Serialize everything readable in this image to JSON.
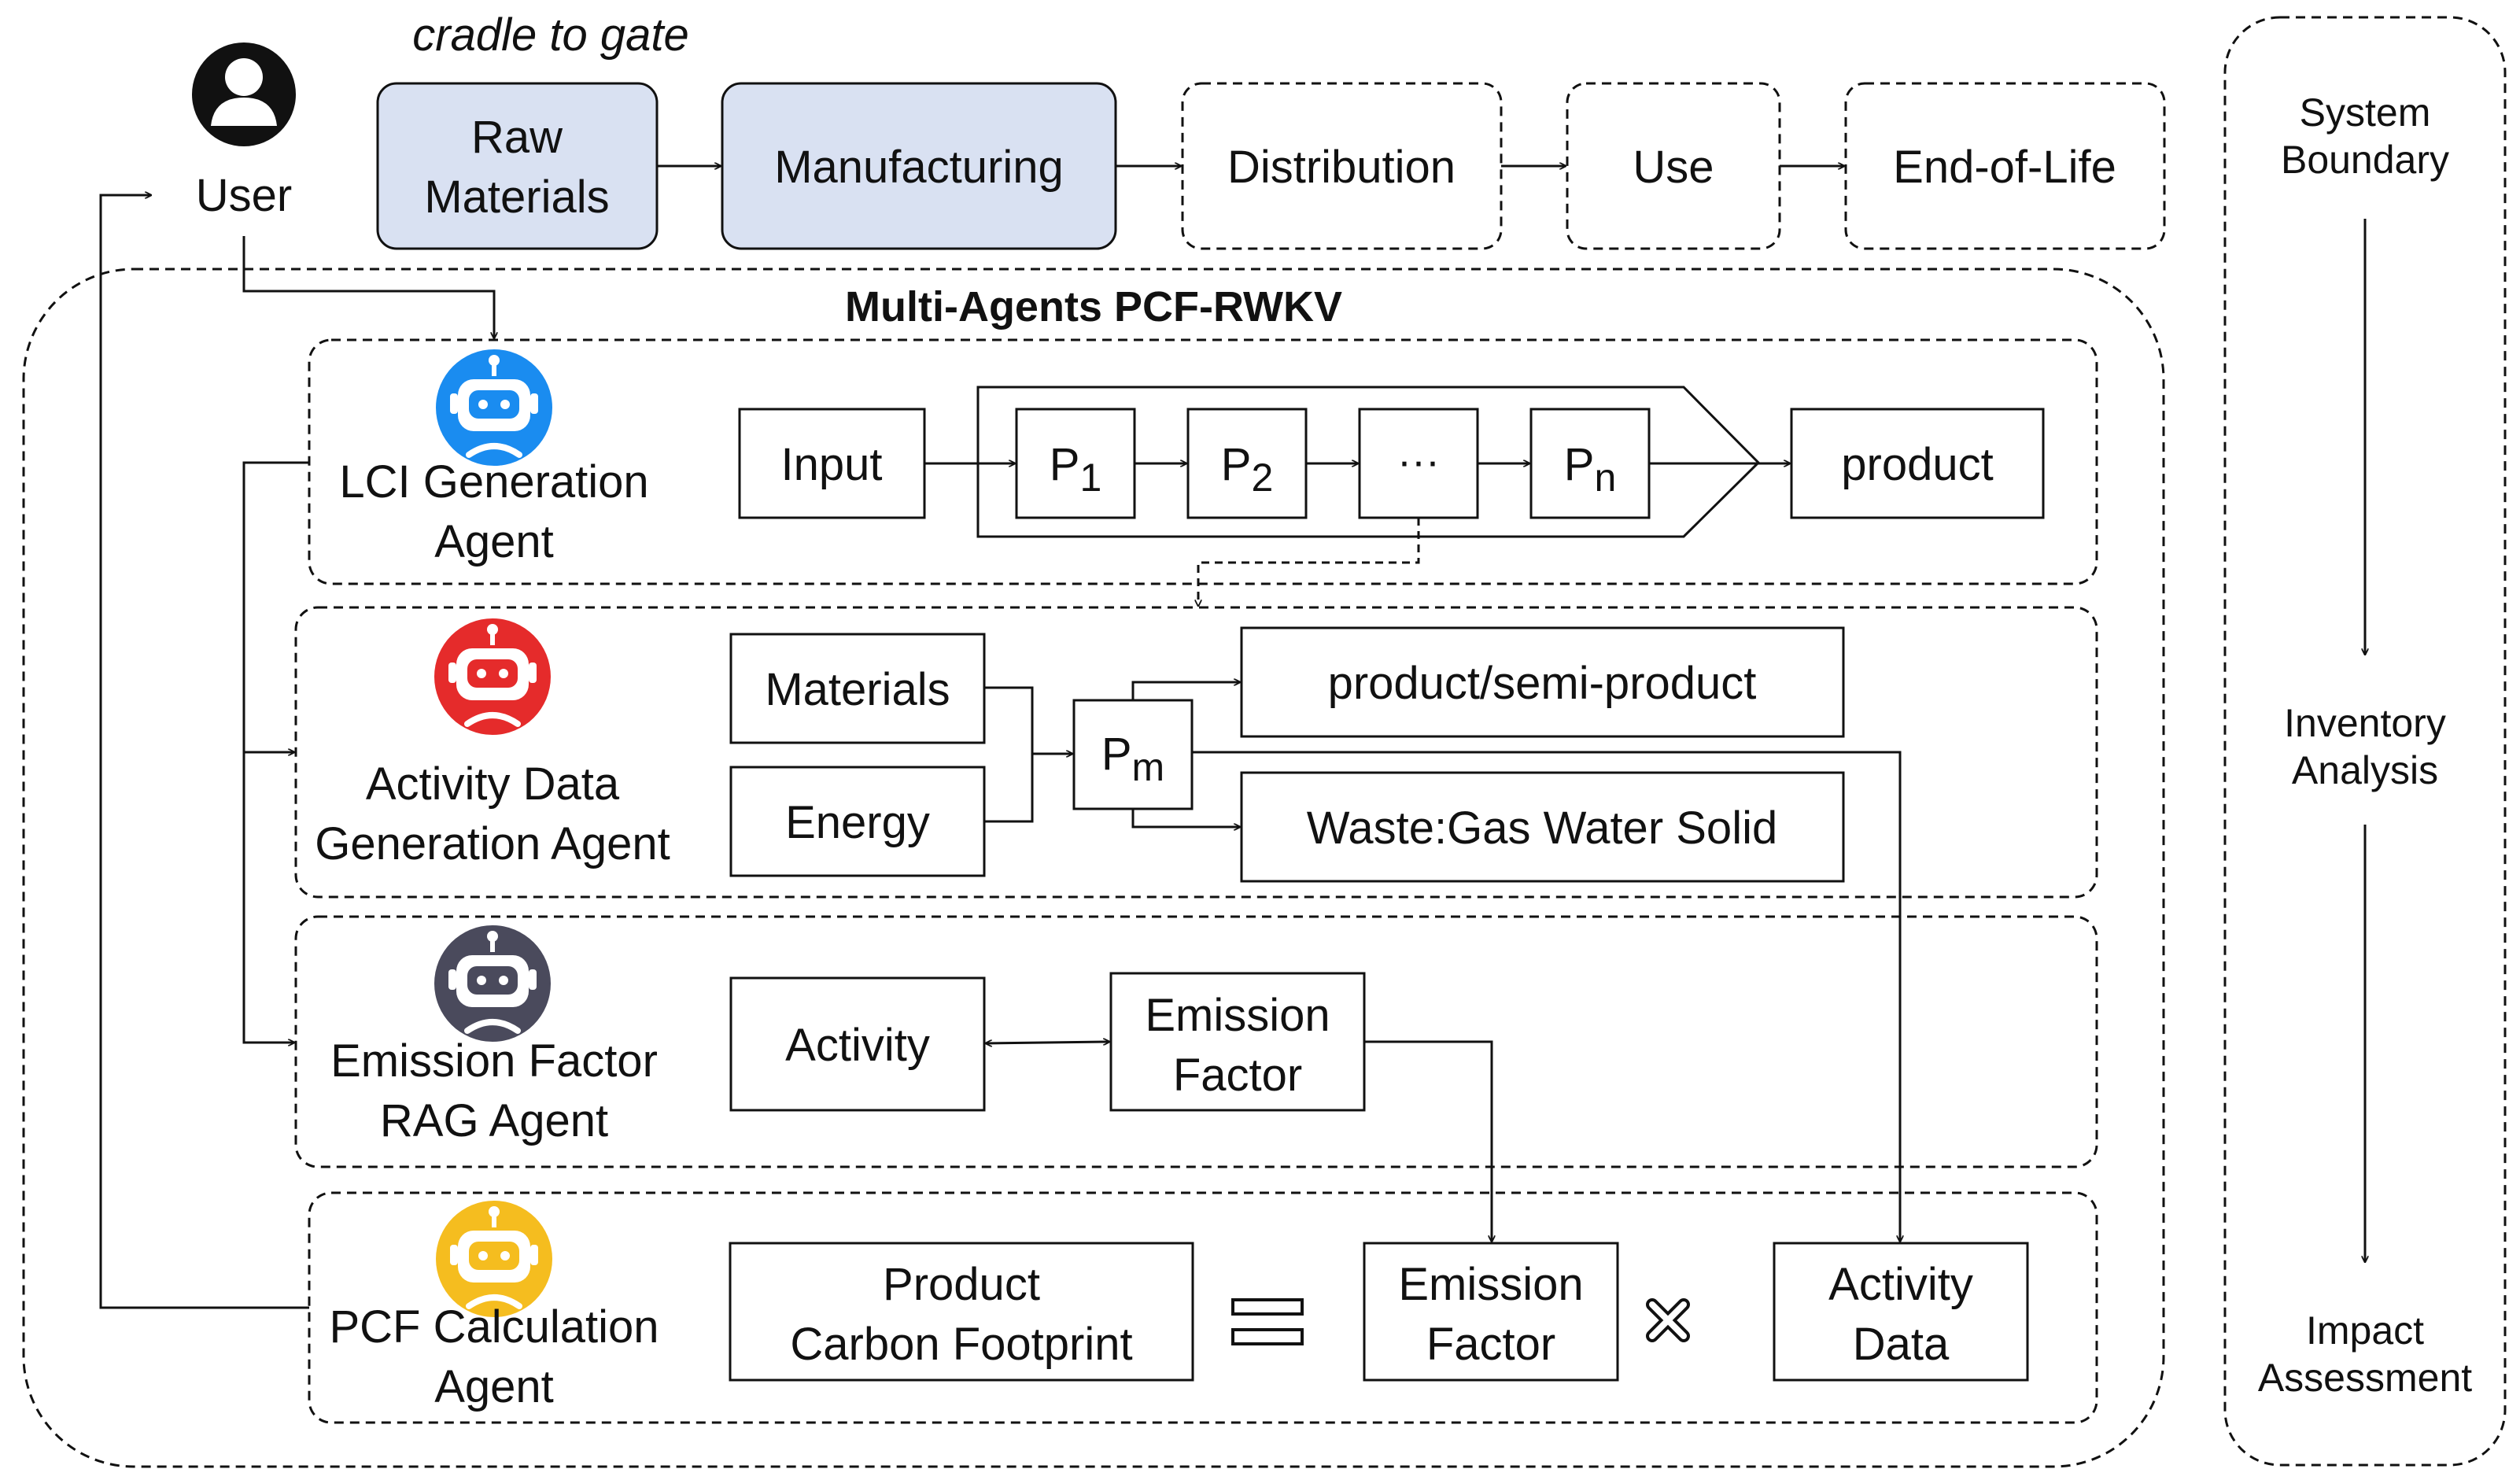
{
  "colors": {
    "stage_fill": "#d9e1f2",
    "stroke": "#111111",
    "agent_lci": "#1a8cf0",
    "agent_activity": "#e52b2b",
    "agent_emission": "#4a4a5c",
    "agent_pcf": "#f5bd1f"
  },
  "icons": {
    "user": "user-avatar-icon",
    "agent": "robot-icon",
    "equals": "equals-icon",
    "times": "multiply-icon"
  },
  "header": {
    "scope_label": "cradle to gate",
    "user_label": "User"
  },
  "lifecycle": {
    "stages": [
      {
        "line1": "Raw",
        "line2": "Materials"
      },
      {
        "line1": "Manufacturing"
      },
      {
        "line1": "Distribution"
      },
      {
        "line1": "Use"
      },
      {
        "line1": "End-of-Life"
      }
    ]
  },
  "framework": {
    "title": "Multi-Agents PCF-RWKV"
  },
  "agents": {
    "lci": {
      "name_line1": "LCI Generation",
      "name_line2": "Agent",
      "input": "Input",
      "p1": "P",
      "p1_sub": "1",
      "p2": "P",
      "p2_sub": "2",
      "dots": "···",
      "pn": "P",
      "pn_sub": "n",
      "product": "product"
    },
    "activity": {
      "name_line1": "Activity Data",
      "name_line2": "Generation Agent",
      "materials": "Materials",
      "energy": "Energy",
      "pm": "P",
      "pm_sub": "m",
      "output_product": "product/semi-product",
      "output_waste": "Waste:Gas Water Solid"
    },
    "emission": {
      "name_line1": "Emission Factor",
      "name_line2": "RAG Agent",
      "activity": "Activity",
      "factor_line1": "Emission",
      "factor_line2": "Factor"
    },
    "pcf": {
      "name_line1": "PCF Calculation",
      "name_line2": "Agent",
      "result_line1": "Product",
      "result_line2": "Carbon Footprint",
      "factor_line1": "Emission",
      "factor_line2": "Factor",
      "data_line1": "Activity",
      "data_line2": "Data"
    }
  },
  "sidebar": {
    "steps": [
      {
        "line1": "System",
        "line2": "Boundary"
      },
      {
        "line1": "Inventory",
        "line2": "Analysis"
      },
      {
        "line1": "Impact",
        "line2": "Assessment"
      }
    ]
  }
}
